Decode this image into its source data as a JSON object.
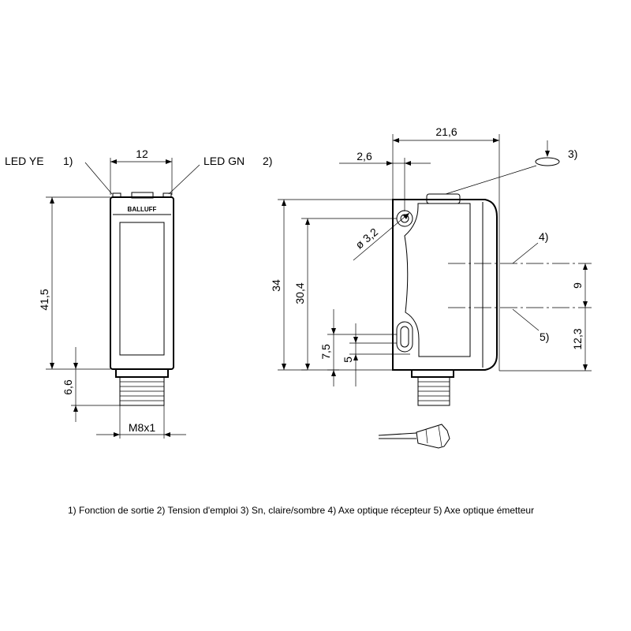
{
  "front_view": {
    "led_ye_label": "LED YE",
    "led_ye_ref": "1)",
    "led_gn_label": "LED GN",
    "led_gn_ref": "2)",
    "width_dim": "12",
    "height_dim": "41,5",
    "connector_dim": "6,6",
    "thread_label": "M8x1",
    "brand": "BALLUFF"
  },
  "side_view": {
    "width_dim": "21,6",
    "offset_dim": "2,6",
    "total_height_dim": "34",
    "hole_spacing_dim": "30,4",
    "hole_diameter_dim": "ø 3,2",
    "slot_dim_outer": "7,5",
    "slot_dim_inner": "5",
    "axis_spacing_dim": "9",
    "axis_bottom_dim": "12,3",
    "ref_3": "3)",
    "ref_4": "4)",
    "ref_5": "5)"
  },
  "footnote": "1) Fonction de sortie  2) Tension d'emploi  3) Sn, claire/sombre  4) Axe optique récepteur  5) Axe optique émetteur",
  "colors": {
    "line": "#000000",
    "background": "#ffffff"
  }
}
